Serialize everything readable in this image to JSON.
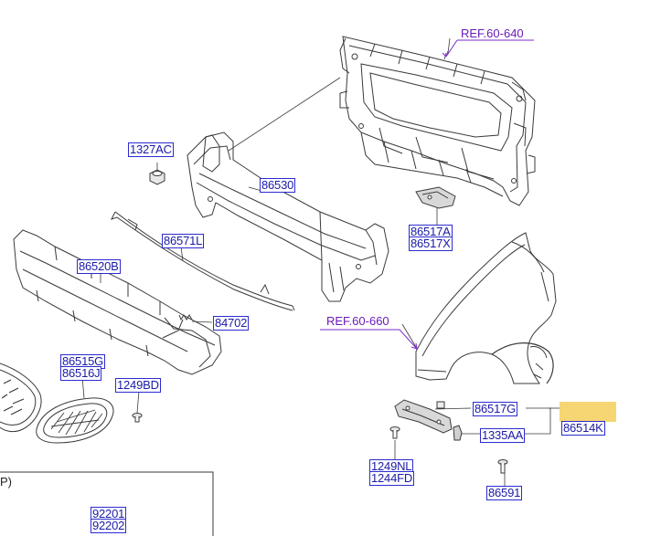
{
  "diagram": {
    "refs": {
      "ref_640": "REF.60-640",
      "ref_660": "REF.60-660"
    },
    "parts": {
      "p1327AC": "1327AC",
      "p86530": "86530",
      "p86571L": "86571L",
      "p86520B": "86520B",
      "p84702": "84702",
      "p86517A": "86517A",
      "p86517X": "86517X",
      "p86515G": "86515G",
      "p86516J": "86516J",
      "p1249BD": "1249BD",
      "p86517G": "86517G",
      "p86514K": "86514K",
      "p1335AA": "1335AA",
      "p1249NL": "1249NL",
      "p1244FD": "1244FD",
      "p86591": "86591",
      "p92201": "92201",
      "p92202": "92202"
    },
    "corner_fragment": "P)",
    "colors": {
      "label_border": "#2b2bd0",
      "label_text": "#1a1aa8",
      "ref_text": "#6a1bb8",
      "highlight": "#f3cf5a"
    }
  }
}
